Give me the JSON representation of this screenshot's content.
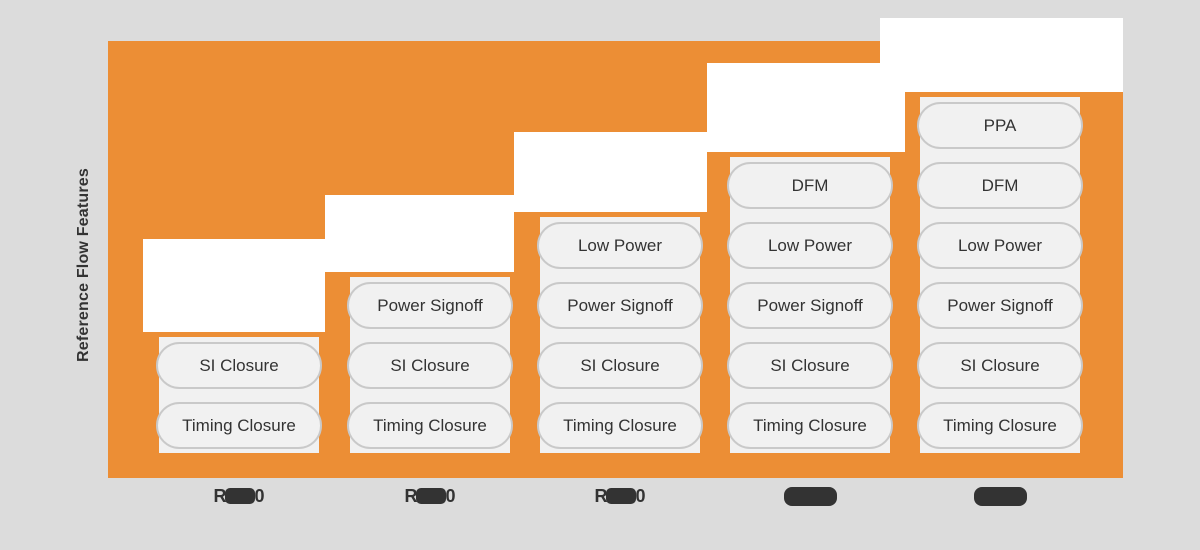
{
  "colors": {
    "page_background": "#dcdcdc",
    "plot_background_orange": "#EC8E35",
    "step_white": "#ffffff",
    "pill_fill": "#f1f1f1",
    "pill_border": "#c9c9c9",
    "text": "#333333"
  },
  "y_axis": {
    "label": "Reference Flow Features"
  },
  "x_axis": {
    "note": "Tick labels are partially overdrawn/redacted in the source image; first three read as R..0 with the middle obscured, last two are fully obscured blobs.",
    "ticks": [
      {
        "prefix": "R",
        "suffix": "0",
        "blob": "partial"
      },
      {
        "prefix": "R",
        "suffix": "0",
        "blob": "partial"
      },
      {
        "prefix": "R",
        "suffix": "0",
        "blob": "partial"
      },
      {
        "prefix": "",
        "suffix": "",
        "blob": "full"
      },
      {
        "prefix": "",
        "suffix": "",
        "blob": "full"
      }
    ]
  },
  "chart_data": {
    "type": "bar",
    "title": "",
    "ylabel": "Reference Flow Features",
    "xlabel": "",
    "categories": [
      "R█0",
      "R█0",
      "R█0",
      "████",
      "████"
    ],
    "values": [
      2,
      3,
      4,
      5,
      6
    ],
    "values_meaning": "number of feature pills stacked per release column",
    "legend": "none",
    "grid": "off",
    "layout": "ascending staircase of white step blocks on orange field; each column stacks feature pills bottom-up",
    "columns": [
      {
        "features_top_to_bottom": [
          "SI Closure",
          "Timing Closure"
        ]
      },
      {
        "features_top_to_bottom": [
          "Power Signoff",
          "SI Closure",
          "Timing Closure"
        ]
      },
      {
        "features_top_to_bottom": [
          "Low Power",
          "Power Signoff",
          "SI Closure",
          "Timing Closure"
        ]
      },
      {
        "features_top_to_bottom": [
          "DFM",
          "Low Power",
          "Power Signoff",
          "SI Closure",
          "Timing Closure"
        ]
      },
      {
        "features_top_to_bottom": [
          "PPA",
          "DFM",
          "Low Power",
          "Power Signoff",
          "SI Closure",
          "Timing Closure"
        ]
      }
    ]
  }
}
